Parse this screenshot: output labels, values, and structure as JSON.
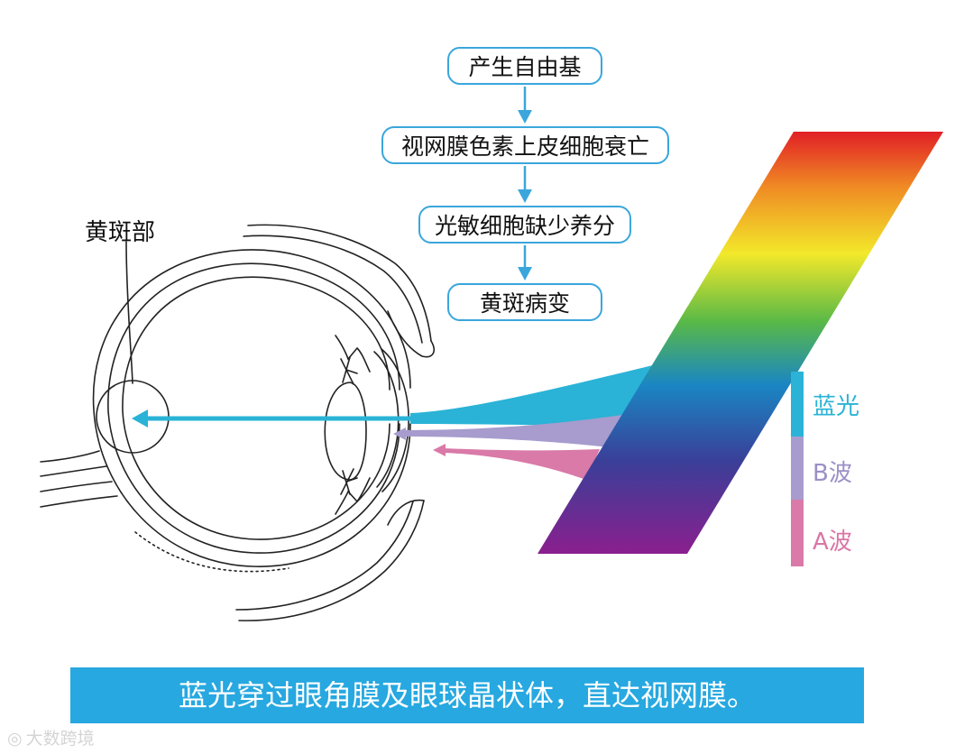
{
  "flowchart": {
    "steps": [
      "产生自由基",
      "视网膜色素上皮细胞衰亡",
      "光敏细胞缺少养分",
      "黄斑病变"
    ]
  },
  "eye": {
    "macula_label": "黄斑部"
  },
  "legend": {
    "blue_light": "蓝光",
    "b_wave": "B波",
    "a_wave": "A波"
  },
  "caption": "蓝光穿过眼角膜及眼球晶状体，直达视网膜。",
  "watermark": "大数跨境",
  "colors": {
    "flow_border": "#3aa6dc",
    "blue_light": "#2ab3d6",
    "b_wave": "#a79ccd",
    "a_wave": "#d97aa8",
    "caption_bg": "#27a8e0"
  }
}
